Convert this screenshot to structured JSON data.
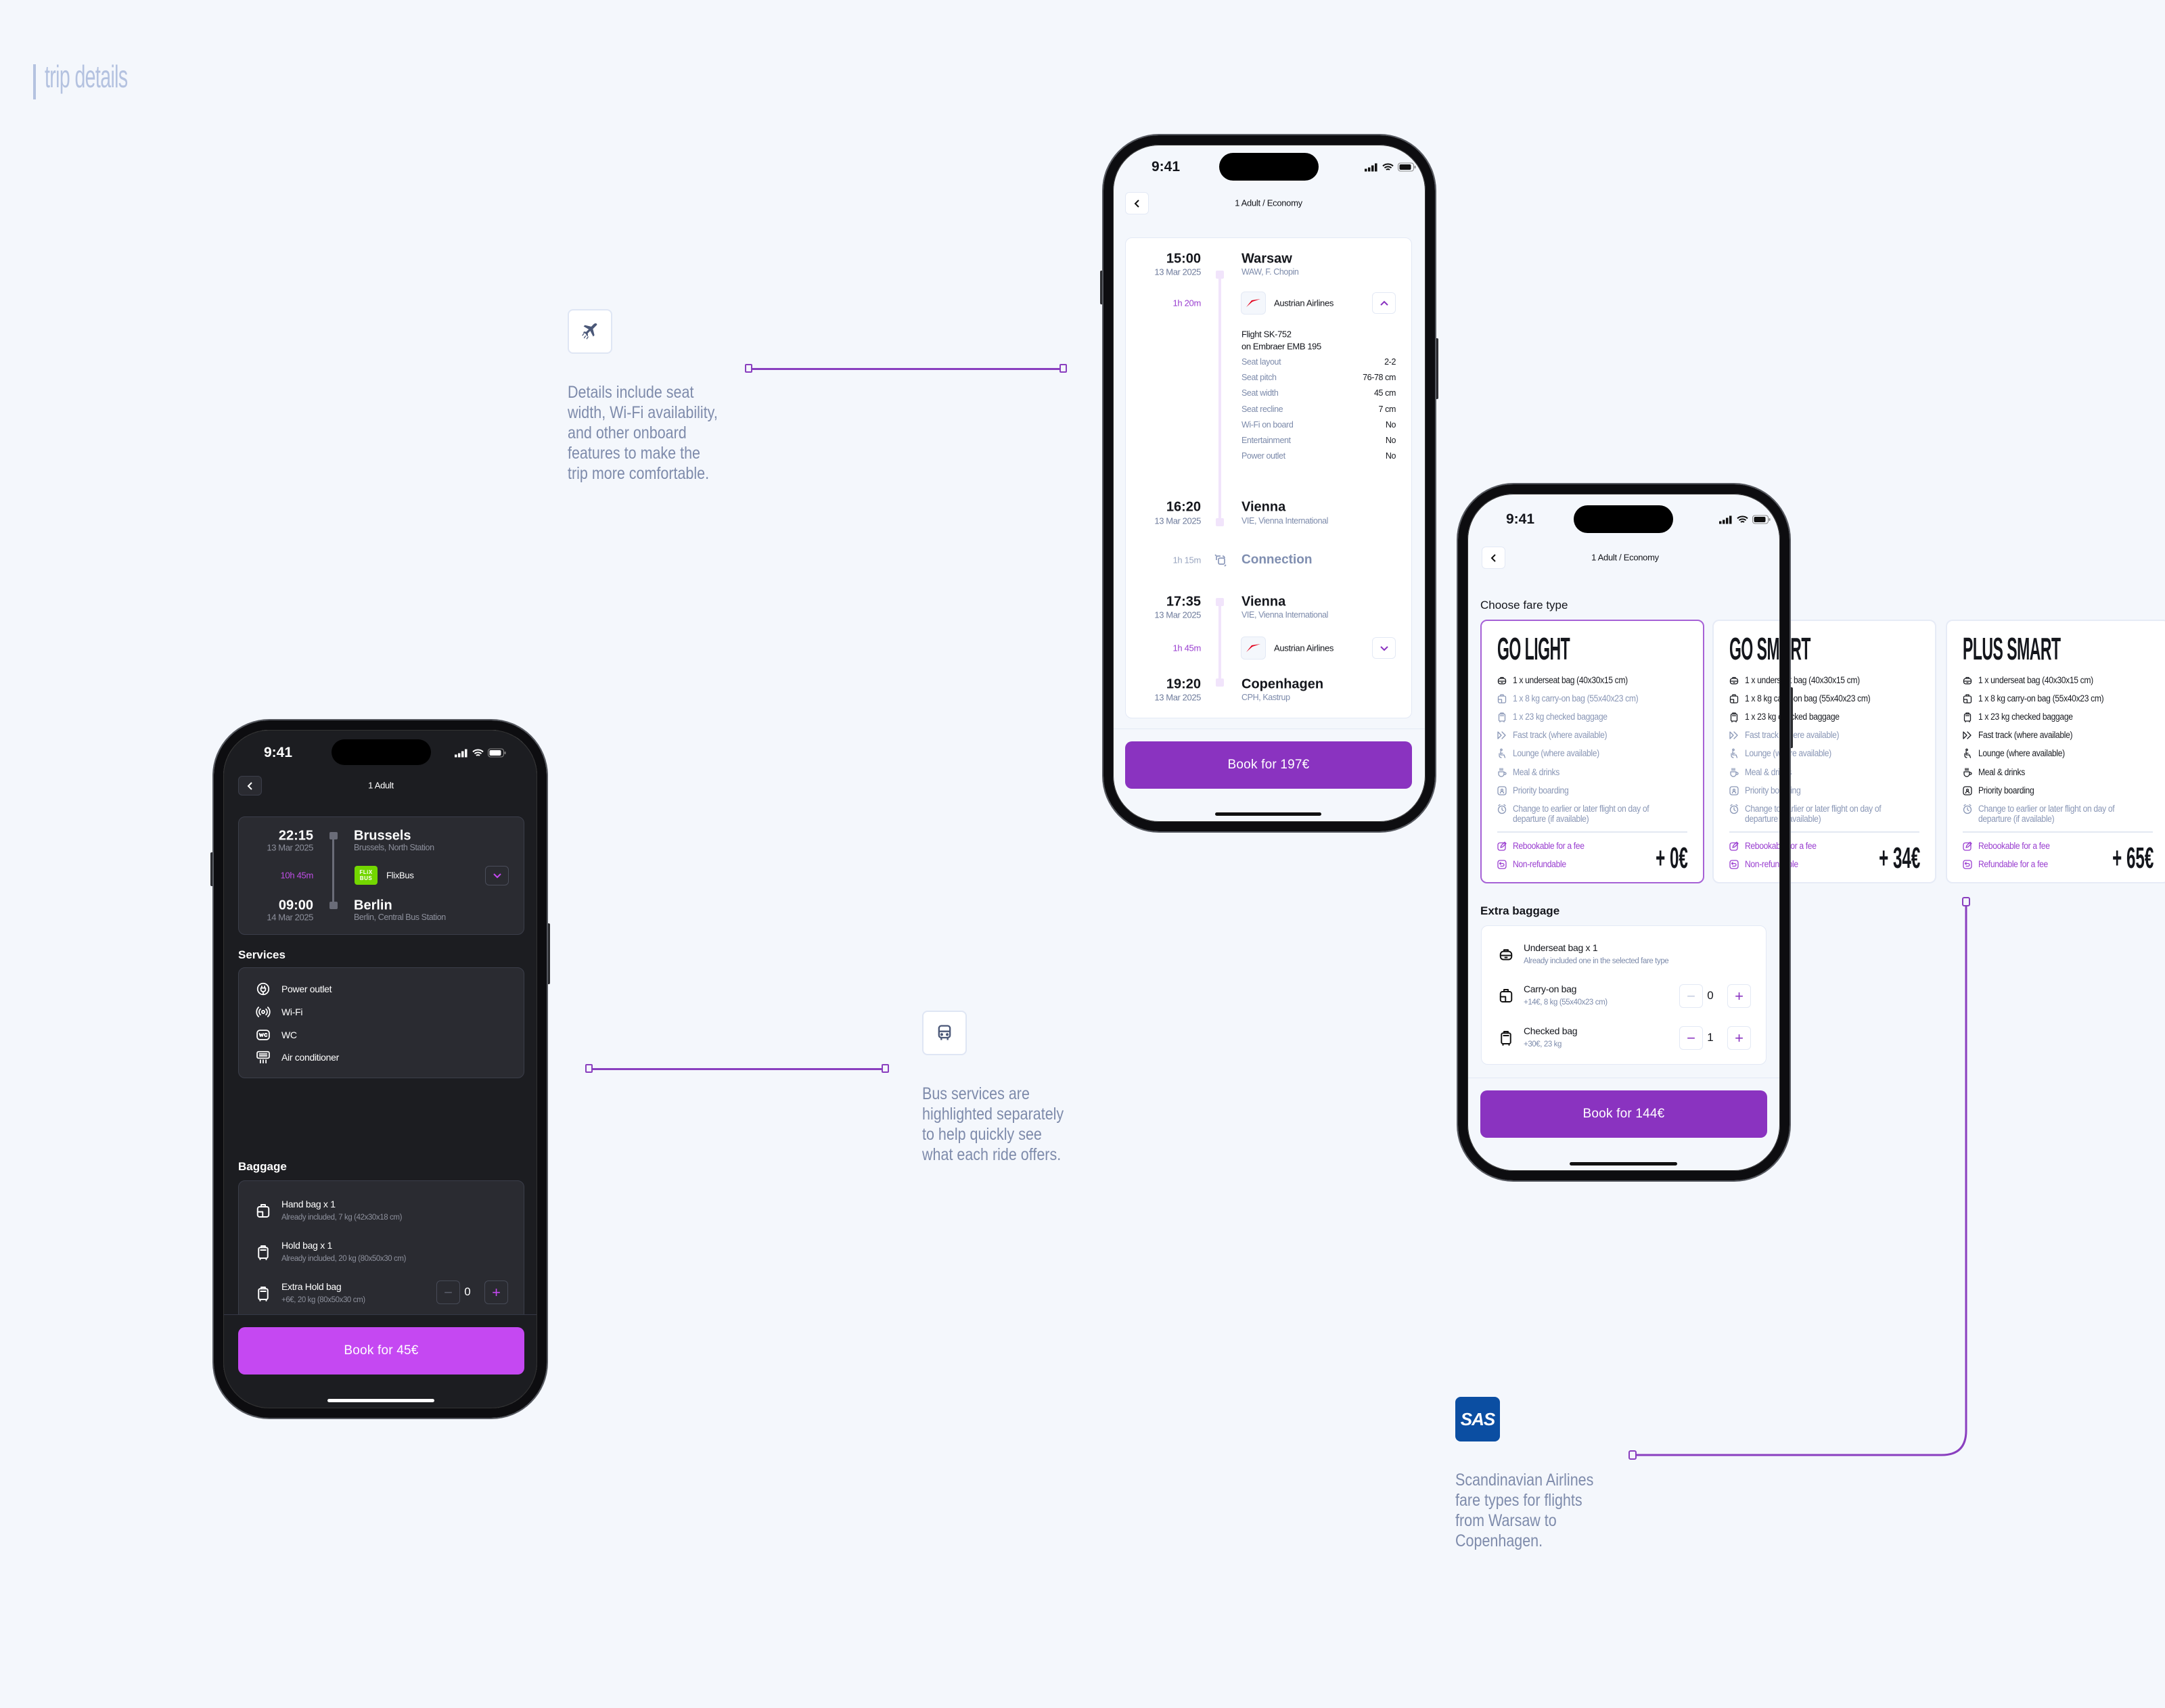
{
  "page": {
    "title": "trip details"
  },
  "annotations": [
    {
      "icon": "plane-icon",
      "text": "Details include seat width, Wi-Fi availability, and other onboard features to make the trip more comfortable."
    },
    {
      "icon": "bus-icon",
      "text": "Bus services are highlighted separately to help quickly see what each ride offers."
    },
    {
      "icon": "sas-logo",
      "logo_text": "SAS",
      "text": "Scandinavian Airlines fare types for flights from Warsaw to Copenhagen."
    }
  ],
  "colors": {
    "accent": "#8a33c0",
    "accent_dark_mode": "#c548f2",
    "duration": "#9a3fd0",
    "muted": "#7d8bab",
    "connector": "#8a3fbf",
    "sas_blue": "#0b4ea2",
    "flixbus_green": "#73d700",
    "austrian_red": "#e3001b"
  },
  "flight_phone": {
    "status_time": "9:41",
    "header": "1 Adult / Economy",
    "leg1": {
      "dep_time": "15:00",
      "dep_date": "13 Mar 2025",
      "dep_city": "Warsaw",
      "dep_airport": "WAW, F. Chopin",
      "duration": "1h 20m",
      "airline": "Austrian Airlines",
      "flight": "Flight SK-752",
      "aircraft": "on Embraer EMB 195",
      "specs": [
        {
          "label": "Seat layout",
          "value": "2-2"
        },
        {
          "label": "Seat pitch",
          "value": "76-78 cm"
        },
        {
          "label": "Seat width",
          "value": "45 cm"
        },
        {
          "label": "Seat recline",
          "value": "7 cm"
        },
        {
          "label": "Wi-Fi on board",
          "value": "No"
        },
        {
          "label": "Entertainment",
          "value": "No"
        },
        {
          "label": "Power outlet",
          "value": "No"
        }
      ],
      "arr_time": "16:20",
      "arr_date": "13 Mar 2025",
      "arr_city": "Vienna",
      "arr_airport": "VIE, Vienna International"
    },
    "connection": {
      "duration": "1h 15m",
      "label": "Connection"
    },
    "leg2": {
      "dep_time": "17:35",
      "dep_date": "13 Mar 2025",
      "dep_city": "Vienna",
      "dep_airport": "VIE, Vienna International",
      "duration": "1h 45m",
      "airline": "Austrian Airlines",
      "arr_time": "19:20",
      "arr_date": "13 Mar 2025",
      "arr_city": "Copenhagen",
      "arr_airport": "CPH, Kastrup"
    },
    "book_label": "Book for 197€"
  },
  "fare_phone": {
    "status_time": "9:41",
    "header": "1 Adult / Economy",
    "section_title": "Choose fare type",
    "fares": [
      {
        "name": "GO LIGHT",
        "price": "+ 0€",
        "selected": true,
        "items": [
          {
            "icon": "underseat-bag-icon",
            "text": "1 x underseat bag (40x30x15 cm)",
            "included": true
          },
          {
            "icon": "carry-on-bag-icon",
            "text": "1 x 8 kg carry-on bag (55x40x23 cm)",
            "included": false
          },
          {
            "icon": "checked-bag-icon",
            "text": "1 x 23 kg checked baggage",
            "included": false
          },
          {
            "icon": "fast-track-icon",
            "text": "Fast track (where available)",
            "included": false
          },
          {
            "icon": "lounge-icon",
            "text": "Lounge (where available)",
            "included": false
          },
          {
            "icon": "meal-icon",
            "text": "Meal & drinks",
            "included": false
          },
          {
            "icon": "priority-boarding-icon",
            "text": "Priority boarding",
            "included": false
          },
          {
            "icon": "clock-icon",
            "text": "Change to earlier or later flight on day of departure (if available)",
            "included": false
          }
        ],
        "policies": [
          {
            "icon": "edit-icon",
            "text": "Rebookable for a fee"
          },
          {
            "icon": "refund-icon",
            "text": "Non-refundable"
          }
        ]
      },
      {
        "name": "GO SMART",
        "price": "+ 34€",
        "selected": false,
        "items": [
          {
            "icon": "underseat-bag-icon",
            "text": "1 x underseat bag (40x30x15 cm)",
            "included": true
          },
          {
            "icon": "carry-on-bag-icon",
            "text": "1 x 8 kg carry-on bag (55x40x23 cm)",
            "included": true
          },
          {
            "icon": "checked-bag-icon",
            "text": "1 x 23 kg checked baggage",
            "included": true
          },
          {
            "icon": "fast-track-icon",
            "text": "Fast track (where available)",
            "included": false
          },
          {
            "icon": "lounge-icon",
            "text": "Lounge (where available)",
            "included": false
          },
          {
            "icon": "meal-icon",
            "text": "Meal & drinks",
            "included": false
          },
          {
            "icon": "priority-boarding-icon",
            "text": "Priority boarding",
            "included": false
          },
          {
            "icon": "clock-icon",
            "text": "Change to earlier or later flight on day of departure (if available)",
            "included": false
          }
        ],
        "policies": [
          {
            "icon": "edit-icon",
            "text": "Rebookable for a fee"
          },
          {
            "icon": "refund-icon",
            "text": "Non-refundable"
          }
        ]
      },
      {
        "name": "PLUS SMART",
        "price": "+ 65€",
        "selected": false,
        "items": [
          {
            "icon": "underseat-bag-icon",
            "text": "1 x underseat bag (40x30x15 cm)",
            "included": true
          },
          {
            "icon": "carry-on-bag-icon",
            "text": "1 x 8 kg carry-on bag (55x40x23 cm)",
            "included": true
          },
          {
            "icon": "checked-bag-icon",
            "text": "1 x 23 kg checked baggage",
            "included": true
          },
          {
            "icon": "fast-track-icon",
            "text": "Fast track (where available)",
            "included": true
          },
          {
            "icon": "lounge-icon",
            "text": "Lounge (where available)",
            "included": true
          },
          {
            "icon": "meal-icon",
            "text": "Meal & drinks",
            "included": true
          },
          {
            "icon": "priority-boarding-icon",
            "text": "Priority boarding",
            "included": true
          },
          {
            "icon": "clock-icon",
            "text": "Change to earlier or later flight on day of departure (if available)",
            "included": false
          }
        ],
        "policies": [
          {
            "icon": "edit-icon",
            "text": "Rebookable for a fee"
          },
          {
            "icon": "refund-icon",
            "text": "Refundable for a fee"
          }
        ]
      }
    ],
    "extra_title": "Extra baggage",
    "extra": [
      {
        "icon": "underseat-bag-icon",
        "name": "Underseat bag x 1",
        "detail": "Already included one in the selected fare type"
      },
      {
        "icon": "carry-on-bag-icon",
        "name": "Carry-on bag",
        "detail": "+14€, 8 kg (55x40x23 cm)",
        "qty": "0"
      },
      {
        "icon": "checked-bag-icon",
        "name": "Checked bag",
        "detail": "+30€, 23 kg",
        "qty": "1"
      }
    ],
    "book_label": "Book for 144€"
  },
  "bus_phone": {
    "status_time": "9:41",
    "header": "1 Adult",
    "dep_time": "22:15",
    "dep_date": "13 Mar 2025",
    "dep_city": "Brussels",
    "dep_station": "Brussels, North Station",
    "duration": "10h 45m",
    "operator": "FlixBus",
    "operator_logo": "FLiX BUS",
    "arr_time": "09:00",
    "arr_date": "14 Mar 2025",
    "arr_city": "Berlin",
    "arr_station": "Berlin, Central Bus Station",
    "services_title": "Services",
    "services": [
      {
        "icon": "power-outlet-icon",
        "label": "Power outlet"
      },
      {
        "icon": "wifi-icon",
        "label": "Wi-Fi"
      },
      {
        "icon": "wc-icon",
        "label": "WC"
      },
      {
        "icon": "air-conditioner-icon",
        "label": "Air conditioner"
      }
    ],
    "baggage_title": "Baggage",
    "baggage": [
      {
        "icon": "carry-on-bag-icon",
        "name": "Hand bag x 1",
        "detail": "Already included, 7 kg (42x30x18 cm)"
      },
      {
        "icon": "checked-bag-icon",
        "name": "Hold bag x 1",
        "detail": "Already included, 20 kg (80x50x30 cm)"
      },
      {
        "icon": "checked-bag-icon",
        "name": "Extra Hold bag",
        "detail": "+6€, 20 kg (80x50x30 cm)",
        "qty": "0"
      }
    ],
    "book_label": "Book for 45€"
  }
}
